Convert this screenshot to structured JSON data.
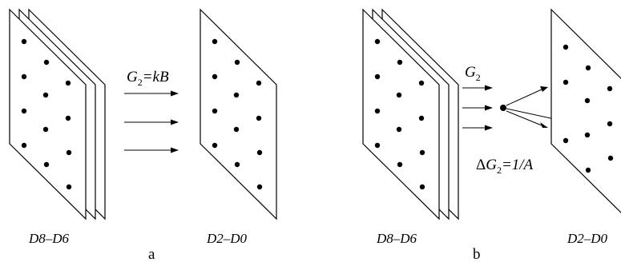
{
  "panels": [
    {
      "id": "a",
      "caption": "a",
      "source_label": "D8–D6",
      "target_label": "D2–D0",
      "arrow_label": {
        "sym": "G",
        "sub": "2",
        "rest": "=kB"
      }
    },
    {
      "id": "b",
      "caption": "b",
      "source_label": "D8–D6",
      "target_label": "D2–D0",
      "arrow_label": {
        "sym": "G",
        "sub": "2",
        "rest": ""
      },
      "delta_label": {
        "pre": "Δ",
        "sym": "G",
        "sub": "2",
        "rest": "=1/A"
      }
    }
  ]
}
